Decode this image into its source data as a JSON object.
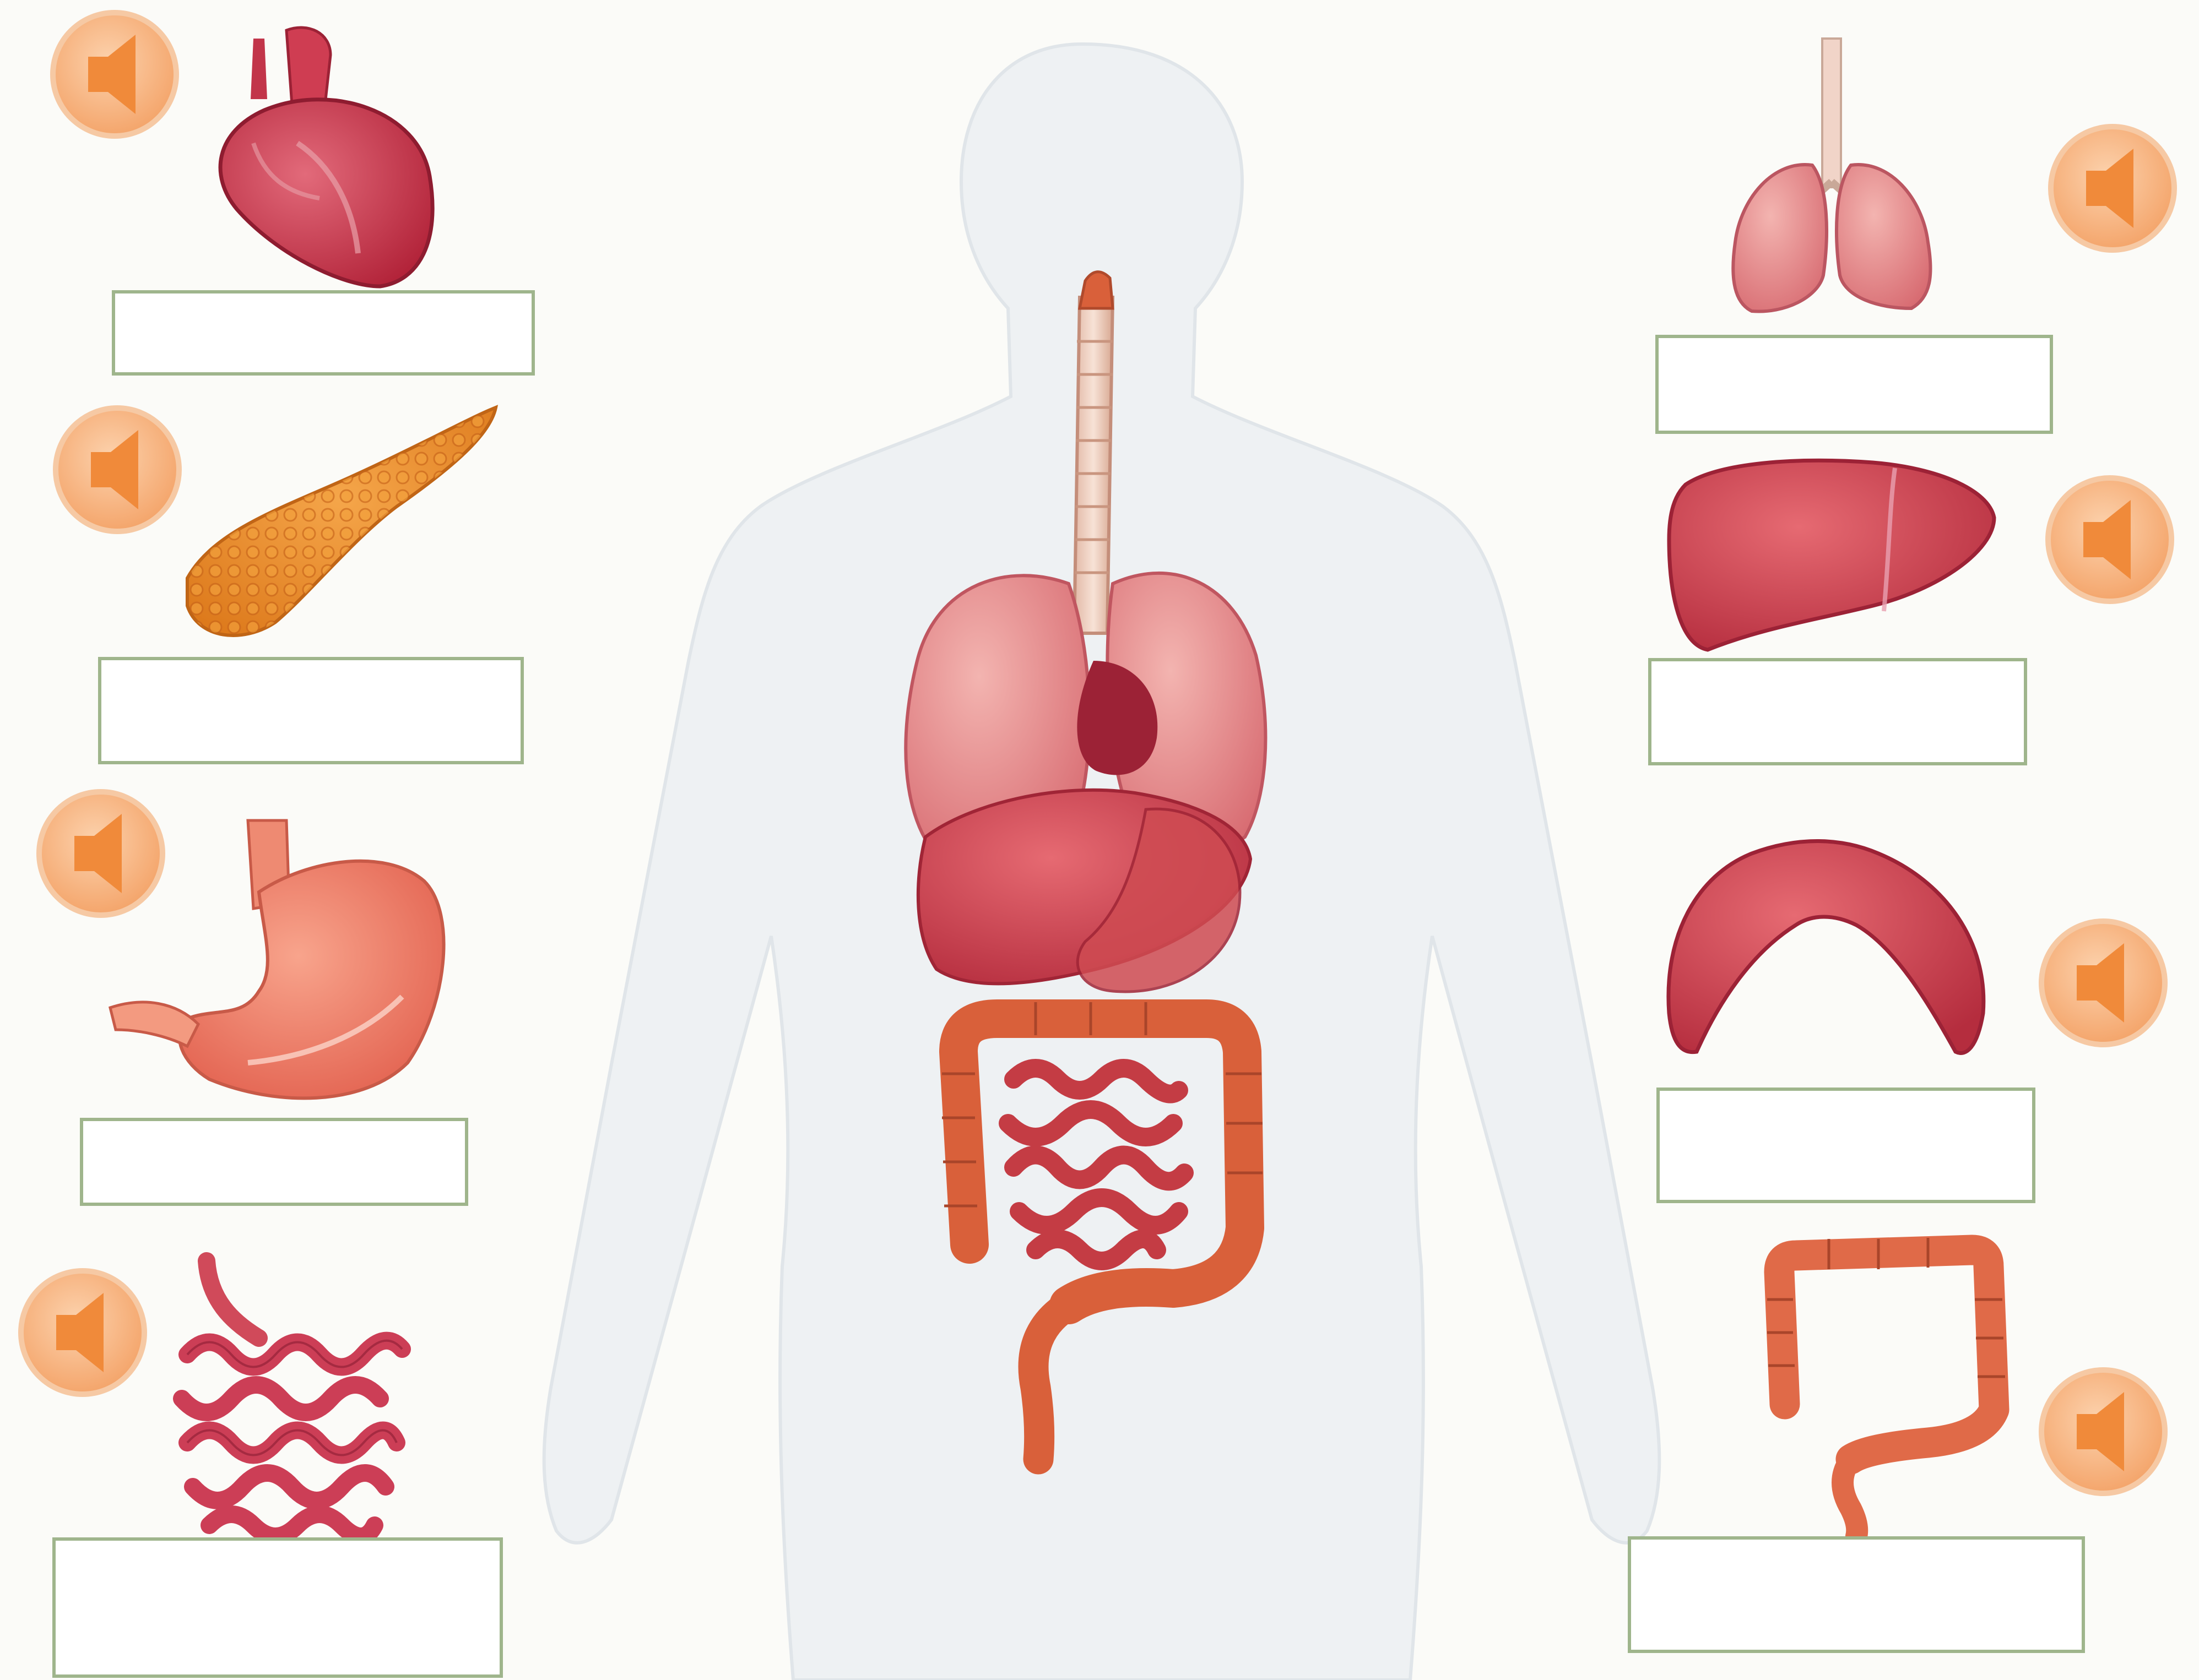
{
  "worksheet": {
    "colors": {
      "paper": "#fbfbf8",
      "box_border": "#9fb58c",
      "audio_button": "#f7b98b",
      "audio_icon": "#f08a3a",
      "body_silhouette": "#eef1f3",
      "organ_red": "#c9404e",
      "intestine_orange": "#d9603a",
      "pancreas_orange": "#e8872a"
    },
    "items": [
      {
        "organ": "heart",
        "icon": "speaker-icon",
        "answer": "",
        "placeholder": ""
      },
      {
        "organ": "pancreas",
        "icon": "speaker-icon",
        "answer": "",
        "placeholder": ""
      },
      {
        "organ": "stomach",
        "icon": "speaker-icon",
        "answer": "",
        "placeholder": ""
      },
      {
        "organ": "small-intestine",
        "icon": "speaker-icon",
        "answer": "",
        "placeholder": ""
      },
      {
        "organ": "lungs",
        "icon": "speaker-icon",
        "answer": "",
        "placeholder": ""
      },
      {
        "organ": "liver",
        "icon": "speaker-icon",
        "answer": "",
        "placeholder": ""
      },
      {
        "organ": "diaphragm",
        "icon": "speaker-icon",
        "answer": "",
        "placeholder": ""
      },
      {
        "organ": "large-intestine",
        "icon": "speaker-icon",
        "answer": "",
        "placeholder": ""
      }
    ]
  }
}
